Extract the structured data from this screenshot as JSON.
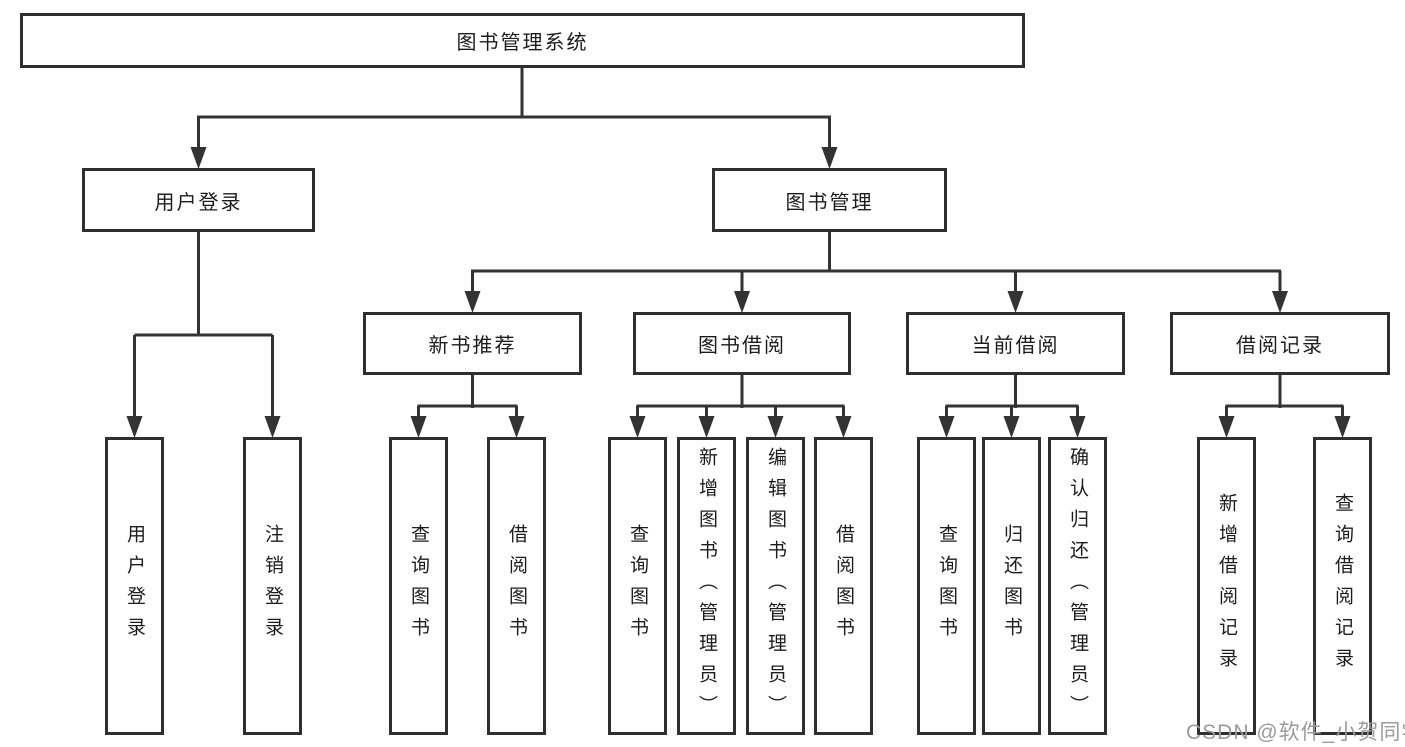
{
  "tree": {
    "root": "图书管理系统",
    "children": [
      {
        "label": "用户登录",
        "children": [
          "用户登录",
          "注销登录"
        ]
      },
      {
        "label": "图书管理",
        "children": [
          {
            "label": "新书推荐",
            "children": [
              "查询图书",
              "借阅图书"
            ]
          },
          {
            "label": "图书借阅",
            "children": [
              "查询图书",
              "新增图书（管理员）",
              "编辑图书（管理员）",
              "借阅图书"
            ]
          },
          {
            "label": "当前借阅",
            "children": [
              "查询图书",
              "归还图书",
              "确认归还（管理员）"
            ]
          },
          {
            "label": "借阅记录",
            "children": [
              "新增借阅记录",
              "查询借阅记录"
            ]
          }
        ]
      }
    ]
  },
  "watermark": {
    "text": "CSDN @软件_小贺同学",
    "color": "#9b9b9b"
  },
  "colors": {
    "background": "#ffffff",
    "line": "#333333",
    "box_border": "#2f2f2f",
    "text": "#1c1c1c"
  }
}
